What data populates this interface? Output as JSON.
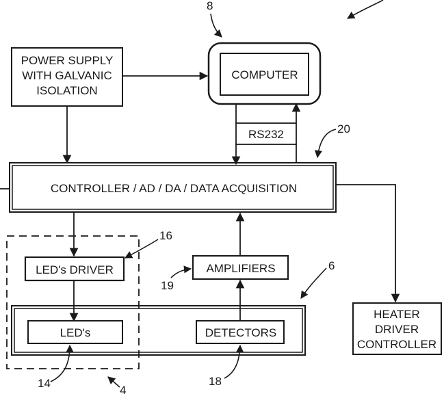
{
  "blocks": {
    "power_supply": [
      "POWER SUPPLY",
      "WITH GALVANIC",
      "ISOLATION"
    ],
    "computer": "COMPUTER",
    "rs232": "RS232",
    "controller": "CONTROLLER  /  AD  /  DA  /  DATA  ACQUISITION",
    "leds_driver": "LED's  DRIVER",
    "amplifiers": "AMPLIFIERS",
    "leds": "LED's",
    "detectors": "DETECTORS",
    "heater": [
      "HEATER",
      "DRIVER",
      "CONTROLLER"
    ]
  },
  "refs": {
    "computer": "8",
    "controller": "20",
    "leds_driver": "16",
    "detector_unit": "6",
    "amplifiers": "19",
    "leds": "14",
    "detectors": "18",
    "led_unit": "4"
  }
}
